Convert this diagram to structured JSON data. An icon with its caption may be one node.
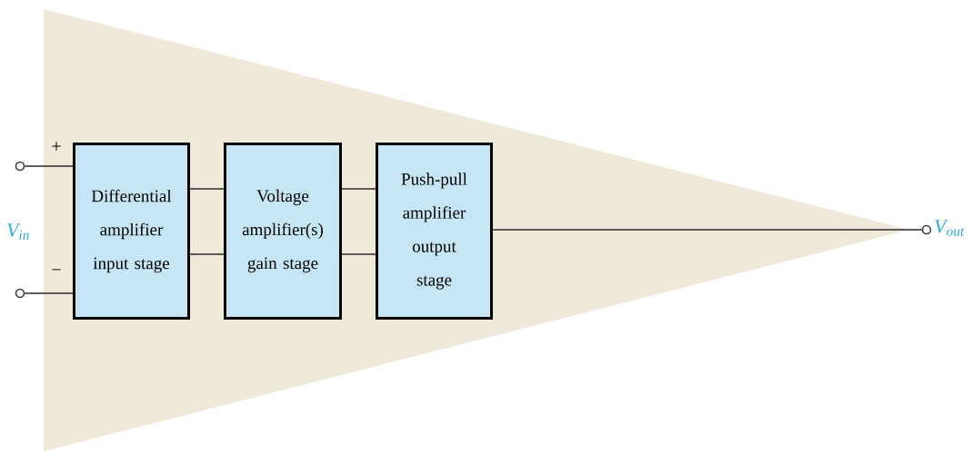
{
  "diagram": {
    "nodes": [
      {
        "text": [],
        "shape": "triangle"
      },
      {
        "text": [
          "Differential amplifier input stage"
        ],
        "in": 0
      },
      {
        "text": [
          "Voltage amplifier(s) gain stage"
        ],
        "in": 0
      },
      {
        "text": [
          "Push-pull amplifier output stage"
        ],
        "in": 0
      },
      {
        "text": [],
        "shape": "circle"
      },
      {
        "text": [],
        "shape": "circle"
      },
      {
        "text": [],
        "shape": "circle",
        "beside": [
          "V$_{out}$"
        ]
      }
    ],
    "edges": [
      {
        "from": 4,
        "to": 1,
        "arrow": "none"
      },
      {
        "from": 5,
        "to": 1,
        "arrow": "none"
      },
      {
        "from": 1,
        "to": 2,
        "arrow": "none"
      },
      {
        "from": 1,
        "to": 2,
        "arrow": "none"
      },
      {
        "from": 2,
        "to": 3,
        "arrow": "none"
      },
      {
        "from": 2,
        "to": 3,
        "arrow": "none"
      },
      {
        "from": 3,
        "to": 6,
        "arrow": "none"
      }
    ],
    "labels": [
      "+",
      "−",
      "V$_{in}$"
    ]
  }
}
